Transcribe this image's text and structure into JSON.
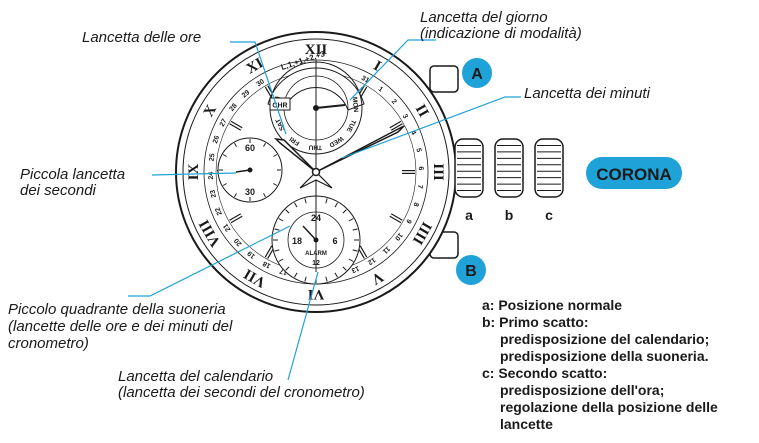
{
  "callouts": {
    "hour_hand": "Lancetta delle ore",
    "day_hand_line1": "Lancetta del giorno",
    "day_hand_line2": "(indicazione di modalità)",
    "minute_hand": "Lancetta dei minuti",
    "small_seconds_line1": "Piccola lancetta",
    "small_seconds_line2": "dei secondi",
    "alarm_dial_line1": "Piccolo quadrante della suoneria",
    "alarm_dial_line2": "(lancette delle ore e dei minuti del",
    "alarm_dial_line3": "cronometro)",
    "calendar_hand_line1": "Lancetta del calendario",
    "calendar_hand_line2": "(lancetta dei secondi del cronometro)"
  },
  "badges": {
    "a": "A",
    "b": "B"
  },
  "crown": {
    "label": "CORONA",
    "positions": [
      "a",
      "b",
      "c"
    ]
  },
  "legend": {
    "a": "a: Posizione normale",
    "b_title": "b: Primo scatto:",
    "b_1": "predisposizione del calendario;",
    "b_2": "predisposizione della suoneria.",
    "c_title": "c: Secondo scatto:",
    "c_1": "predisposizione dell'ora;",
    "c_2": "regolazione della posizione delle",
    "c_3": "lancette"
  },
  "dial": {
    "roman_numerals": [
      "XII",
      "I",
      "II",
      "III",
      "IIII",
      "V",
      "VI",
      "VII",
      "VIII",
      "IX",
      "X",
      "XI"
    ],
    "days": [
      "MON",
      "TUE",
      "WED",
      "THU",
      "FRI",
      "SAT",
      "SUN"
    ],
    "mode": "CHR",
    "small_seconds": [
      "60",
      "30"
    ],
    "alarm_numbers": [
      "24",
      "18",
      "6",
      "12"
    ],
    "alarm_label": "ALARM",
    "date_ring": [
      "31",
      "1",
      "2",
      "3",
      "4",
      "5",
      "6",
      "7",
      "8",
      "9",
      "10",
      "11",
      "12",
      "13",
      "14",
      "15",
      "16",
      "17",
      "18",
      "19",
      "20",
      "21",
      "22",
      "23",
      "24",
      "25",
      "26",
      "27",
      "28",
      "29",
      "30"
    ],
    "leap_label": "L,1,+1,+2,+3"
  },
  "colors": {
    "accent": "#1fa2d8",
    "badge_fill": "#1fa2d8",
    "ink": "#1a1a1a"
  }
}
